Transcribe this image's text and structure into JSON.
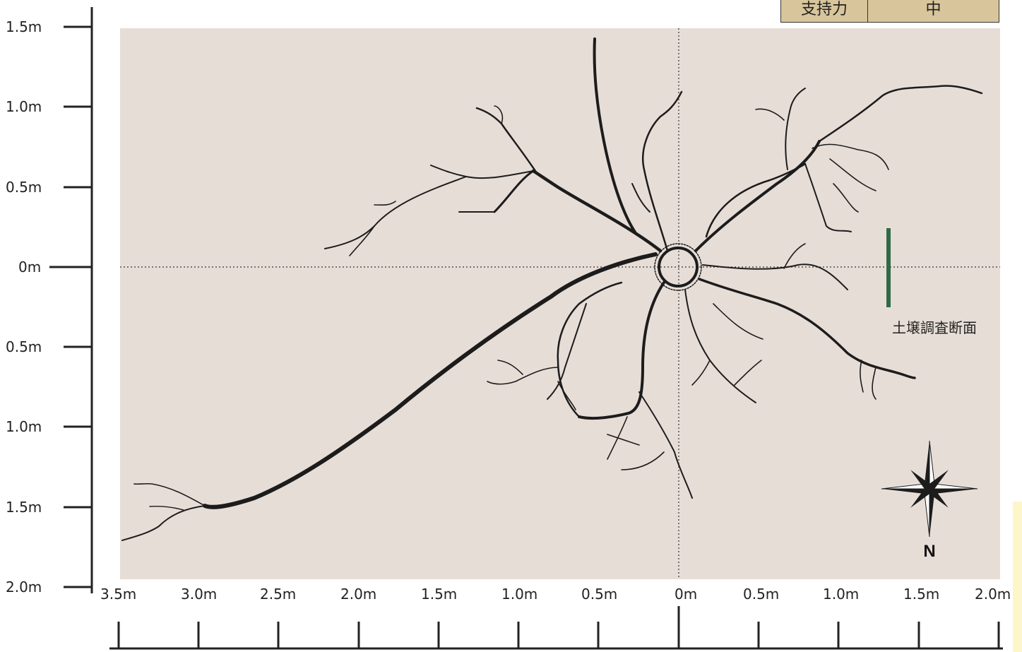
{
  "title_box": {
    "key": "支持力",
    "value": "中"
  },
  "y_axis": {
    "ticks": [
      "1.5m",
      "1.0m",
      "0.5m",
      "0m",
      "0.5m",
      "1.0m",
      "1.5m",
      "2.0m"
    ]
  },
  "x_axis": {
    "ticks": [
      "3.5m",
      "3.0m",
      "2.5m",
      "2.0m",
      "1.5m",
      "1.0m",
      "0.5m",
      "0m",
      "0.5m",
      "1.0m",
      "1.5m",
      "2.0m"
    ]
  },
  "annotation": {
    "soil_section_label": "土壌調査断面"
  },
  "compass": {
    "label": "N"
  },
  "colors": {
    "plot_bg": "#e7ddd7",
    "root": "#1c1c1c",
    "section_line": "#2f6a45",
    "table_bg": "#d8c59b"
  }
}
